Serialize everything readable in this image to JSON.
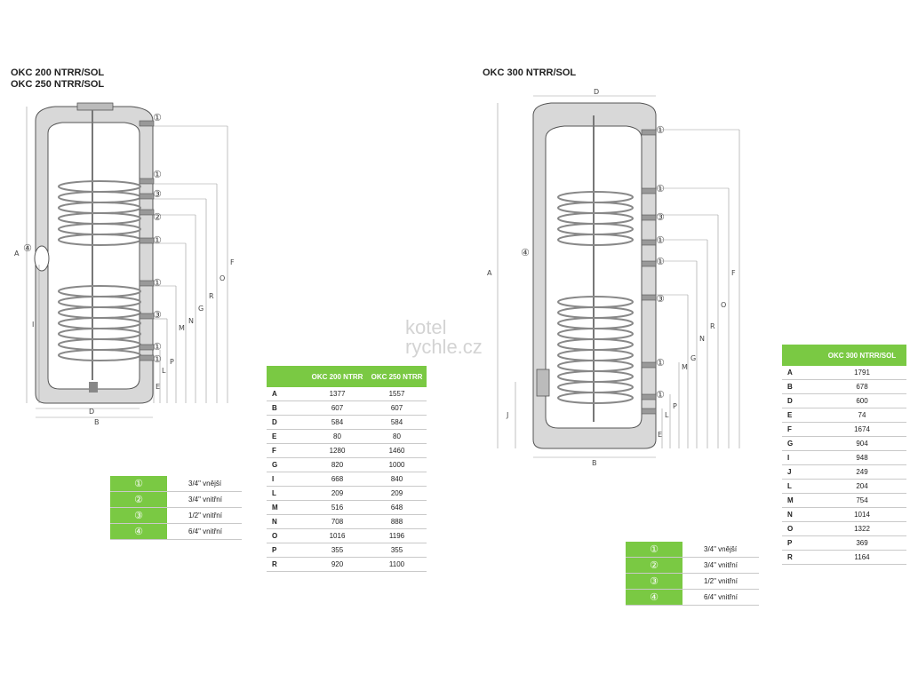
{
  "left": {
    "title_lines": [
      "OKC 200 NTRR/SOL",
      "OKC 250 NTRR/SOL"
    ],
    "diagram_labels": {
      "circled": [
        "①",
        "①",
        "③",
        "②",
        "①",
        "①",
        "③",
        "①",
        "①",
        "④"
      ],
      "vertical": [
        "A",
        "I",
        "F",
        "O",
        "R",
        "G",
        "N",
        "M",
        "P",
        "L",
        "E"
      ],
      "horizontal": [
        "D",
        "B"
      ]
    },
    "table": {
      "headers": [
        "",
        "OKC 200 NTRR",
        "OKC 250 NTRR"
      ],
      "rows": [
        [
          "A",
          "1377",
          "1557"
        ],
        [
          "B",
          "607",
          "607"
        ],
        [
          "D",
          "584",
          "584"
        ],
        [
          "E",
          "80",
          "80"
        ],
        [
          "F",
          "1280",
          "1460"
        ],
        [
          "G",
          "820",
          "1000"
        ],
        [
          "I",
          "668",
          "840"
        ],
        [
          "L",
          "209",
          "209"
        ],
        [
          "M",
          "516",
          "648"
        ],
        [
          "N",
          "708",
          "888"
        ],
        [
          "O",
          "1016",
          "1196"
        ],
        [
          "P",
          "355",
          "355"
        ],
        [
          "R",
          "920",
          "1100"
        ]
      ]
    },
    "legend": [
      {
        "num": "①",
        "text": "3/4\" vnější"
      },
      {
        "num": "②",
        "text": "3/4\" vnitřní"
      },
      {
        "num": "③",
        "text": "1/2\" vnitřní"
      },
      {
        "num": "④",
        "text": "6/4\" vnitřní"
      }
    ]
  },
  "right": {
    "title": "OKC 300 NTRR/SOL",
    "diagram_labels": {
      "circled": [
        "①",
        "①",
        "③",
        "①",
        "①",
        "③",
        "①",
        "①",
        "④"
      ],
      "vertical": [
        "A",
        "F",
        "O",
        "R",
        "N",
        "G",
        "M",
        "P",
        "L",
        "E",
        "J"
      ],
      "horizontal": [
        "D",
        "B"
      ]
    },
    "table": {
      "header": "OKC 300 NTRR/SOL",
      "rows": [
        [
          "A",
          "1791"
        ],
        [
          "B",
          "678"
        ],
        [
          "D",
          "600"
        ],
        [
          "E",
          "74"
        ],
        [
          "F",
          "1674"
        ],
        [
          "G",
          "904"
        ],
        [
          "I",
          "948"
        ],
        [
          "J",
          "249"
        ],
        [
          "L",
          "204"
        ],
        [
          "M",
          "754"
        ],
        [
          "N",
          "1014"
        ],
        [
          "O",
          "1322"
        ],
        [
          "P",
          "369"
        ],
        [
          "R",
          "1164"
        ]
      ]
    },
    "legend": [
      {
        "num": "①",
        "text": "3/4\" vnější"
      },
      {
        "num": "②",
        "text": "3/4\" vnitřní"
      },
      {
        "num": "③",
        "text": "1/2\" vnitřní"
      },
      {
        "num": "④",
        "text": "6/4\" vnitřní"
      }
    ]
  },
  "watermark": {
    "line1": "kotel",
    "line2": "rychle.cz"
  },
  "colors": {
    "accent_green": "#7ac943",
    "insulation": "#d8d8d8",
    "tank_fill": "#ffffff",
    "line": "#555555"
  }
}
